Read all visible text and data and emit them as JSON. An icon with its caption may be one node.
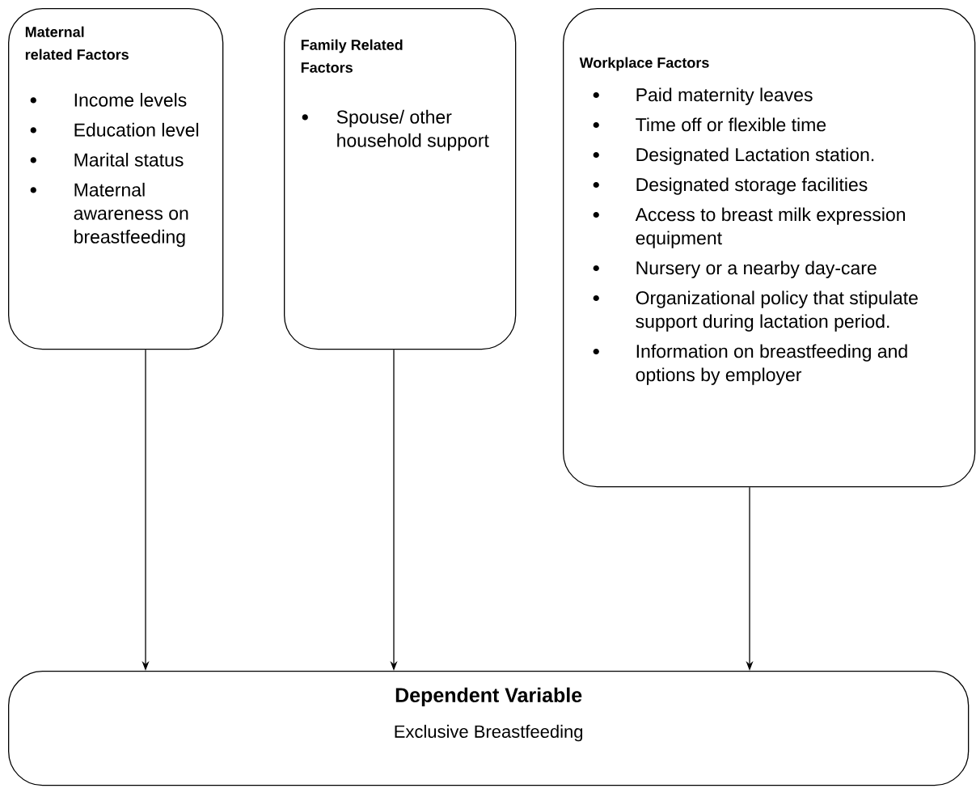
{
  "diagram": {
    "nodes": [
      {
        "text": [
          "Maternal related Factors",
          "Income levels",
          "Education level",
          "Marital status",
          "Maternal awareness on breastfeeding"
        ]
      },
      {
        "text": [
          "Family Related Factors",
          "Spouse/ other household support"
        ]
      },
      {
        "text": [
          "Workplace Factors",
          "Paid maternity leaves",
          "Time off or flexible time",
          "Designated Lactation station.",
          "Designated storage facilities",
          "Access to breast milk expression equipment",
          "Nursery or a nearby day-care",
          "Organizational policy that stipulate support during lactation period.",
          "Information on breastfeeding and options by employer"
        ]
      },
      {
        "text": [
          "Dependent Variable",
          "Exclusive Breastfeeding"
        ]
      }
    ],
    "edges": [
      {
        "from": 0,
        "to": 3,
        "arrow": "to"
      },
      {
        "from": 1,
        "to": 3,
        "arrow": "to"
      },
      {
        "from": 2,
        "to": 3,
        "arrow": "to"
      }
    ]
  }
}
